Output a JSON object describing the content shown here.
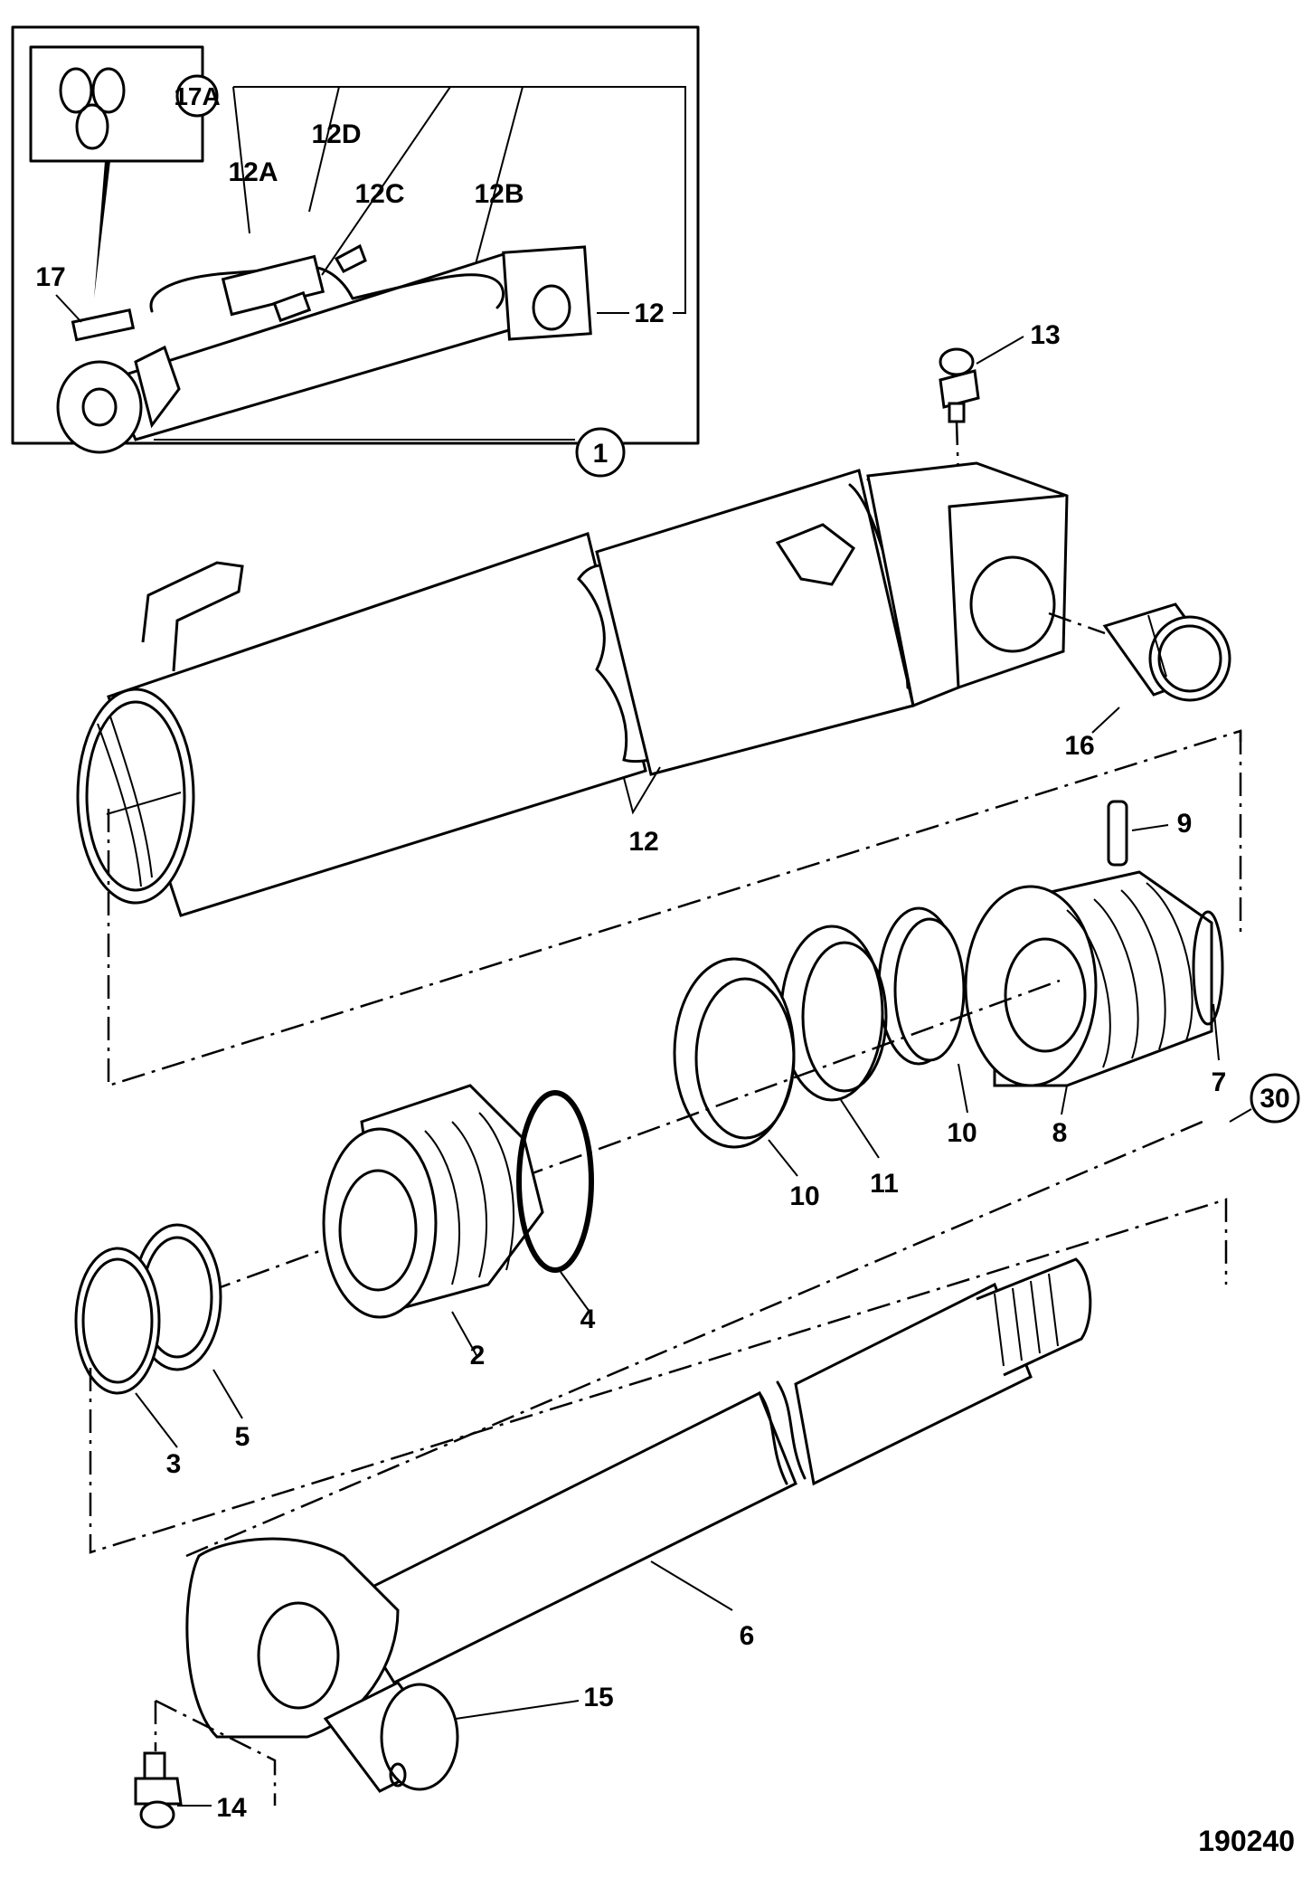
{
  "figure_reference": "190240",
  "inset": {
    "assembly_callout": "1",
    "kit_callout": "17A",
    "labels": {
      "p12a": "12A",
      "p12b": "12B",
      "p12c": "12C",
      "p12d": "12D",
      "p12": "12",
      "p17": "17"
    }
  },
  "callouts": {
    "p2": "2",
    "p3": "3",
    "p4": "4",
    "p5": "5",
    "p6": "6",
    "p7": "7",
    "p8": "8",
    "p9": "9",
    "p10a": "10",
    "p10b": "10",
    "p11": "11",
    "p12": "12",
    "p13": "13",
    "p14": "14",
    "p15": "15",
    "p16": "16",
    "kit30": "30"
  }
}
